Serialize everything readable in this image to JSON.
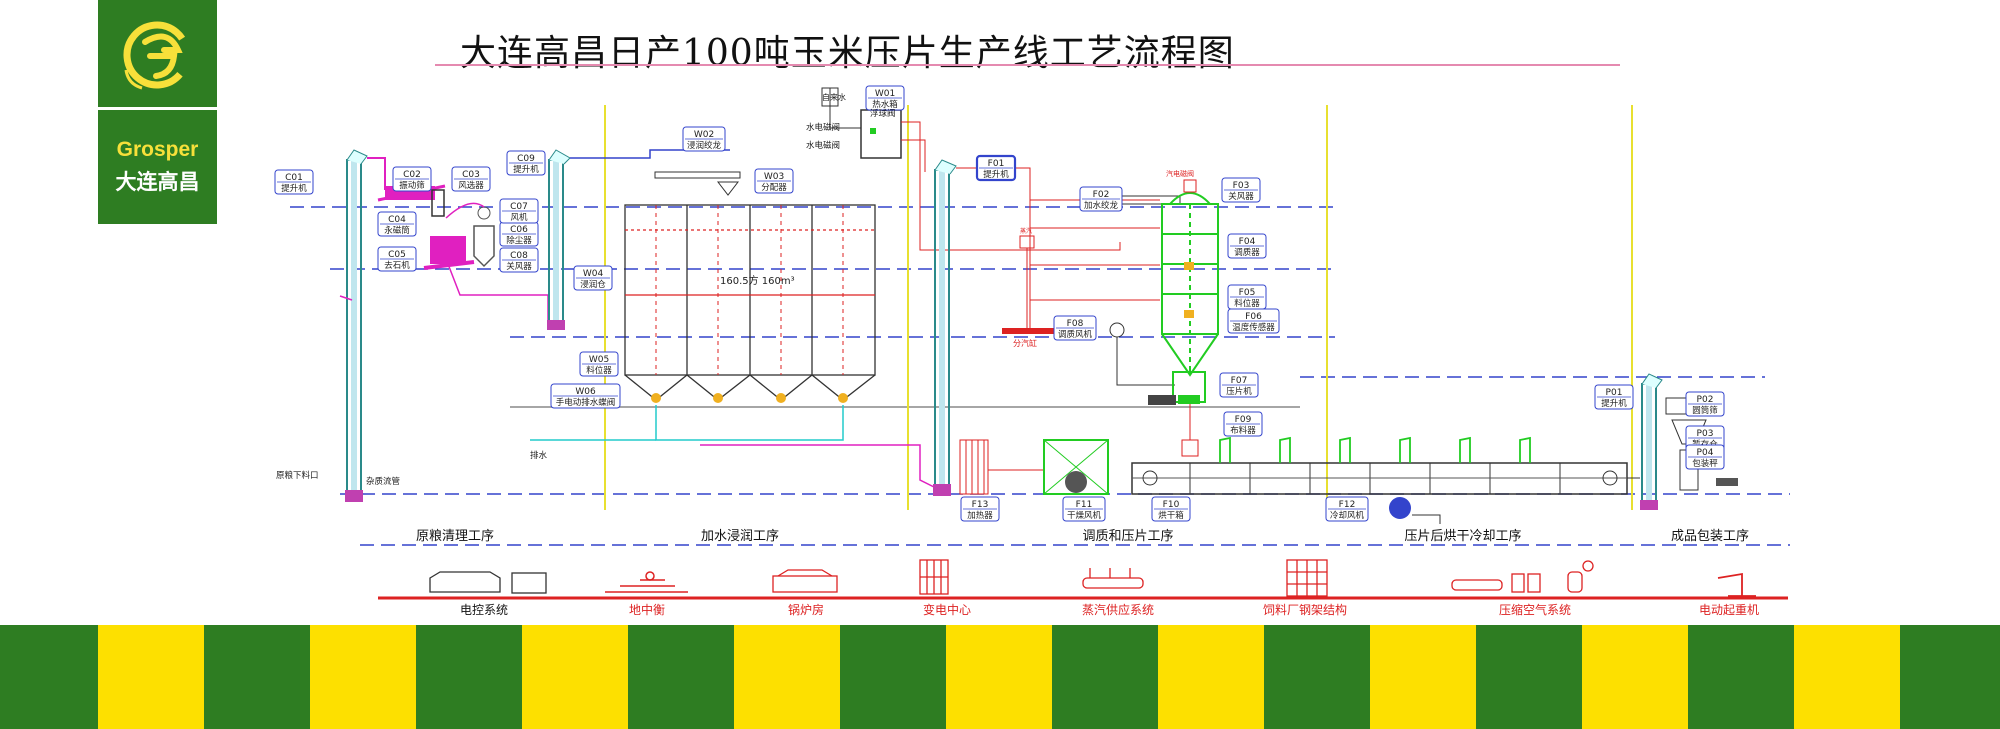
{
  "title": "大连高昌日产100吨玉米压片生产线工艺流程图",
  "logo": {
    "brand": "Grosper",
    "name_cn": "大连高昌",
    "icon": "g-swirl-logo-icon"
  },
  "colors": {
    "brand_green": "#2e7d22",
    "brand_yellow": "#fde000",
    "dash_blue": "#3344cc",
    "equip_green": "#22cc22",
    "equip_magenta": "#e020c0",
    "pipe_red": "#dd2222"
  },
  "equipment": [
    {
      "id": "c01",
      "code": "C01",
      "name": "提升机"
    },
    {
      "id": "c02",
      "code": "C02",
      "name": "振动筛"
    },
    {
      "id": "c03",
      "code": "C03",
      "name": "风选器"
    },
    {
      "id": "c04",
      "code": "C04",
      "name": "永磁筒"
    },
    {
      "id": "c05",
      "code": "C05",
      "name": "去石机"
    },
    {
      "id": "c06",
      "code": "C06",
      "name": "除尘器"
    },
    {
      "id": "c07",
      "code": "C07",
      "name": "风机"
    },
    {
      "id": "c08",
      "code": "C08",
      "name": "关风器"
    },
    {
      "id": "c09",
      "code": "C09",
      "name": "提升机"
    },
    {
      "id": "w01",
      "code": "W01",
      "name": "热水箱"
    },
    {
      "id": "w02",
      "code": "W02",
      "name": "浸润绞龙"
    },
    {
      "id": "w03",
      "code": "W03",
      "name": "分配器"
    },
    {
      "id": "w04",
      "code": "W04",
      "name": "浸润仓"
    },
    {
      "id": "w05",
      "code": "W05",
      "name": "料位器"
    },
    {
      "id": "w06",
      "code": "W06",
      "name": "手电动排水蝶阀"
    },
    {
      "id": "f01",
      "code": "F01",
      "name": "提升机"
    },
    {
      "id": "f02",
      "code": "F02",
      "name": "加水绞龙"
    },
    {
      "id": "f03",
      "code": "F03",
      "name": "关风器"
    },
    {
      "id": "f04",
      "code": "F04",
      "name": "调质器"
    },
    {
      "id": "f05",
      "code": "F05",
      "name": "料位器"
    },
    {
      "id": "f06",
      "code": "F06",
      "name": "温度传感器"
    },
    {
      "id": "f07",
      "code": "F07",
      "name": "压片机"
    },
    {
      "id": "f08",
      "code": "F08",
      "name": "调质风机"
    },
    {
      "id": "f09",
      "code": "F09",
      "name": "布料器"
    },
    {
      "id": "f10",
      "code": "F10",
      "name": "烘干箱"
    },
    {
      "id": "f11",
      "code": "F11",
      "name": "干燥风机"
    },
    {
      "id": "f12",
      "code": "F12",
      "name": "冷却风机"
    },
    {
      "id": "f13",
      "code": "F13",
      "name": "加热器"
    },
    {
      "id": "p01",
      "code": "P01",
      "name": "提升机"
    },
    {
      "id": "p02",
      "code": "P02",
      "name": "圆筒筛"
    },
    {
      "id": "p03",
      "code": "P03",
      "name": "暂存仓"
    },
    {
      "id": "p04",
      "code": "P04",
      "name": "包装秤"
    }
  ],
  "annotations": {
    "silo_volume": "160.5方  160m³",
    "raw_inlet": "原粮下料口",
    "impurity_outlet": "杂质流管",
    "drain": "排水",
    "tap_water": "自来水",
    "valve_1": "水电磁阀",
    "valve_2": "水电磁阀",
    "float_valve": "浮球阀",
    "steam_valve": "汽电磁阀",
    "steam_cylinder": "分汽缸",
    "steam_box": "蒸汽"
  },
  "stages": [
    "原粮清理工序",
    "加水浸润工序",
    "调质和压片工序",
    "压片后烘干冷却工序",
    "成品包装工序"
  ],
  "utilities": [
    "电控系统",
    "地中衡",
    "锅炉房",
    "变电中心",
    "蒸汽供应系统",
    "饲料厂钢架结构",
    "压缩空气系统",
    "电动起重机"
  ]
}
